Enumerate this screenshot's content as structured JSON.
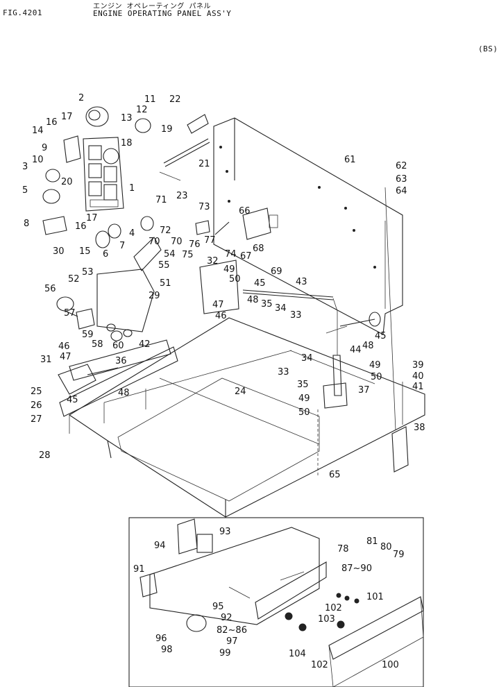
{
  "header": {
    "fig_label": "FIG.4201",
    "title_jp": "エンジン オペレーティング パネル",
    "title_en": "ENGINE OPERATING PANEL ASS'Y",
    "variant": "(BS)"
  },
  "labels": {
    "p1": "1",
    "p2": "2",
    "p3": "3",
    "p4": "4",
    "p5": "5",
    "p6": "6",
    "p7": "7",
    "p8": "8",
    "p9": "9",
    "p10": "10",
    "p11": "11",
    "p12": "12",
    "p13": "13",
    "p14": "14",
    "p15": "15",
    "p16": "16",
    "p16b": "16",
    "p17": "17",
    "p17b": "17",
    "p18": "18",
    "p19": "19",
    "p20": "20",
    "p21": "21",
    "p22": "22",
    "p23": "23",
    "p24": "24",
    "p25": "25",
    "p26": "26",
    "p27": "27",
    "p28": "28",
    "p29": "29",
    "p30": "30",
    "p31": "31",
    "p32": "32",
    "p33": "33",
    "p33b": "33",
    "p34": "34",
    "p34b": "34",
    "p35": "35",
    "p35b": "35",
    "p36": "36",
    "p37": "37",
    "p38": "38",
    "p39": "39",
    "p40": "40",
    "p41": "41",
    "p42": "42",
    "p43": "43",
    "p44": "44",
    "p45": "45",
    "p45b": "45",
    "p45c": "45",
    "p46": "46",
    "p46b": "46",
    "p47": "47",
    "p47b": "47",
    "p48": "48",
    "p48b": "48",
    "p48c": "48",
    "p49": "49",
    "p49b": "49",
    "p49c": "49",
    "p50": "50",
    "p50b": "50",
    "p50c": "50",
    "p51": "51",
    "p52": "52",
    "p53": "53",
    "p54": "54",
    "p55": "55",
    "p56": "56",
    "p57": "57",
    "p58": "58",
    "p59": "59",
    "p60": "60",
    "p61": "61",
    "p62": "62",
    "p63": "63",
    "p64": "64",
    "p65": "65",
    "p66": "66",
    "p67": "67",
    "p68": "68",
    "p69": "69",
    "p70": "70",
    "p71": "71",
    "p72": "72",
    "p73": "73",
    "p74": "74",
    "p75": "75",
    "p76": "76",
    "p77": "77",
    "p78": "78",
    "p79": "79",
    "p80": "80",
    "p81": "81",
    "p82_86": "82~86",
    "p87_90": "87~90",
    "p91": "91",
    "p92": "92",
    "p93": "93",
    "p94": "94",
    "p95": "95",
    "p96": "96",
    "p97": "97",
    "p98": "98",
    "p99": "99",
    "p100": "100",
    "p101": "101",
    "p102": "102",
    "p102b": "102",
    "p103": "103",
    "p104": "104"
  }
}
